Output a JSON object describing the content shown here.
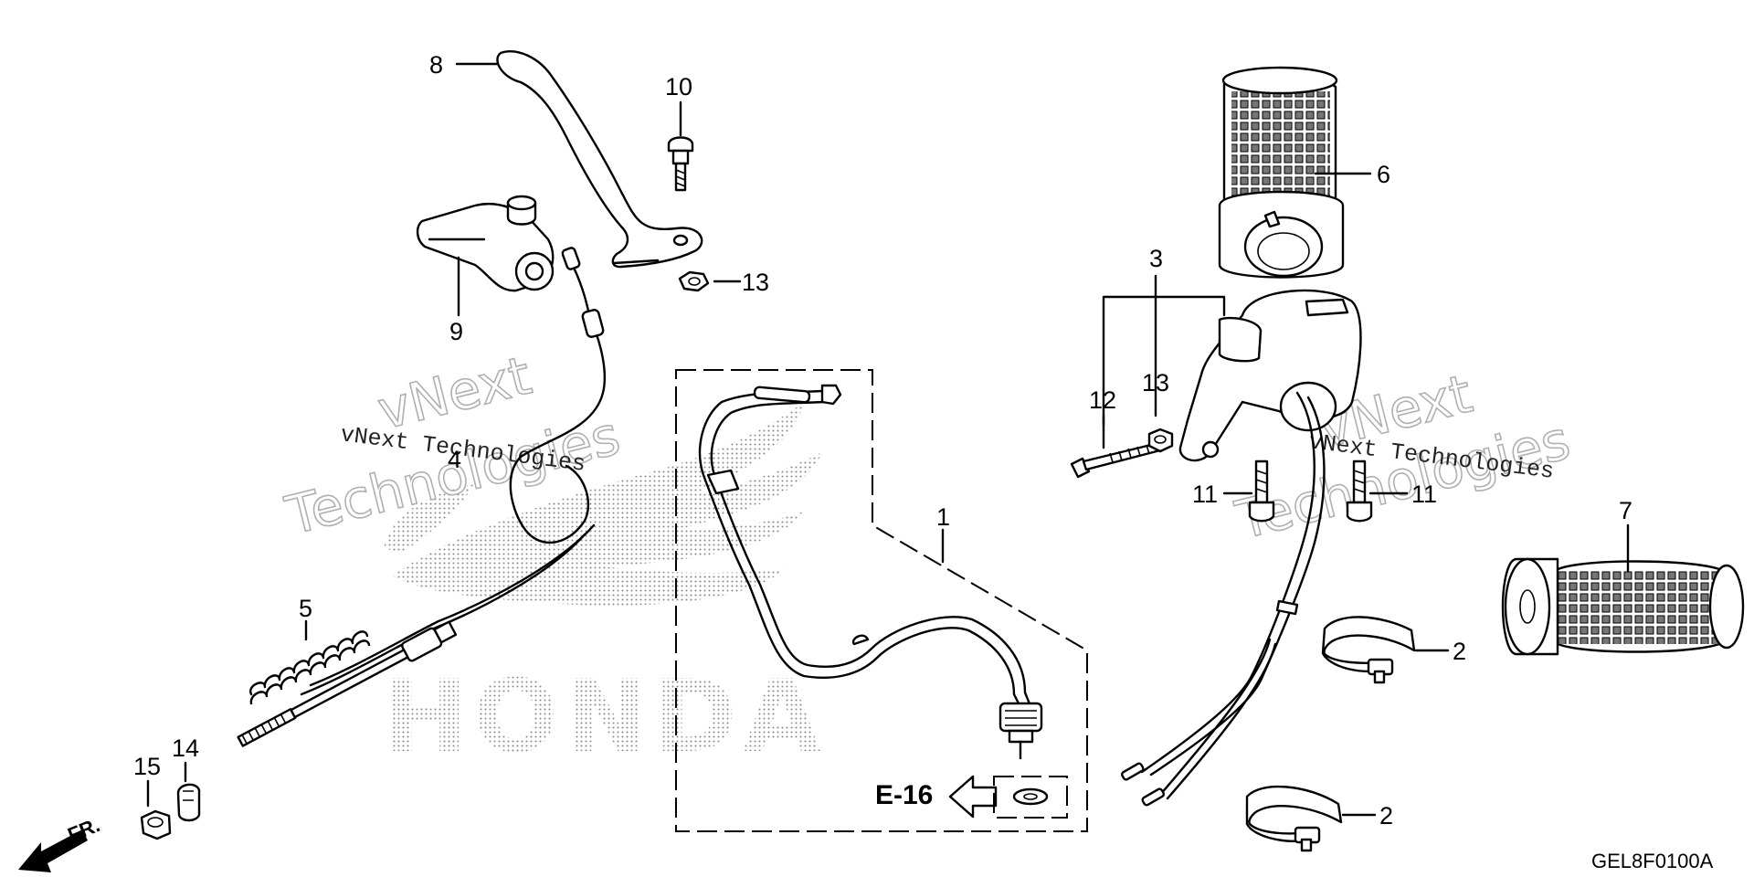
{
  "diagram": {
    "callouts": [
      "1",
      "2",
      "2",
      "3",
      "4",
      "5",
      "6",
      "7",
      "8",
      "9",
      "10",
      "11",
      "11",
      "12",
      "13",
      "13",
      "14",
      "15"
    ],
    "reference_label": "E-16",
    "direction_label": "FR.",
    "drawing_code": "GEL8F0100A",
    "brand_watermark": "HONDA",
    "watermarks": [
      "vNext",
      "Technologies",
      "vNext Technologies"
    ]
  }
}
